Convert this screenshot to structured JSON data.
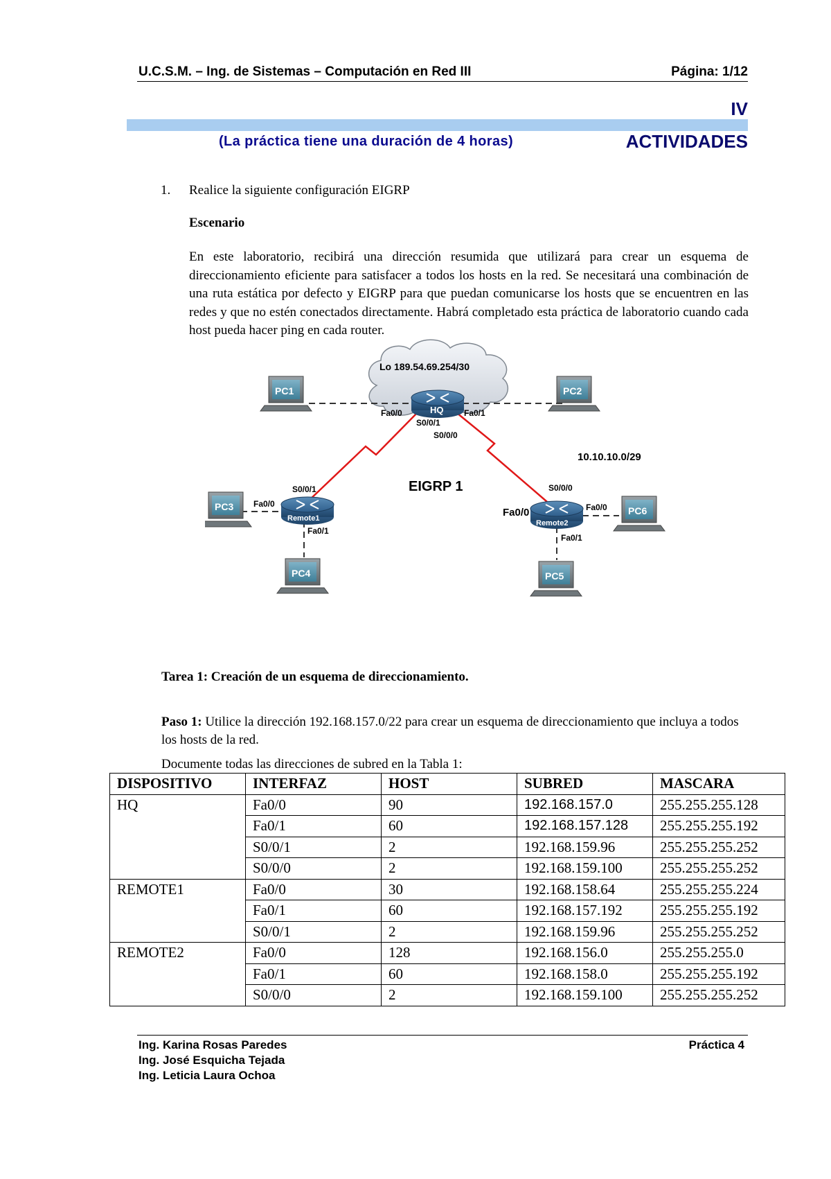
{
  "header": {
    "left": "U.C.S.M. – Ing. de Sistemas – Computación en Red III",
    "right": "Página: 1/12"
  },
  "section": {
    "number": "IV",
    "title": "ACTIVIDADES",
    "duration": "(La práctica tiene una duración de 4 horas)"
  },
  "item": {
    "number": "1.",
    "text": "Realice la siguiente configuración EIGRP"
  },
  "scenario": {
    "heading": "Escenario",
    "paragraph": "En este laboratorio, recibirá una dirección resumida que utilizará para crear un esquema de direccionamiento eficiente para satisfacer a todos los hosts en la red. Se necesitará una combinación de una ruta estática por defecto y EIGRP para que puedan comunicarse los hosts que se encuentren en las redes y que no estén conectados directamente. Habrá completado esta práctica de laboratorio cuando cada host pueda hacer ping en cada router."
  },
  "diagram": {
    "cloud_label": "Lo 189.54.69.254/30",
    "process_label": "EIGRP 1",
    "subnet_label": "10.10.10.0/29",
    "routers": {
      "hq": "HQ",
      "remote1": "Remote1",
      "remote2": "Remote2"
    },
    "pcs": {
      "pc1": "PC1",
      "pc2": "PC2",
      "pc3": "PC3",
      "pc4": "PC4",
      "pc5": "PC5",
      "pc6": "PC6"
    },
    "interfaces": {
      "hq_fa00": "Fa0/0",
      "hq_fa01": "Fa0/1",
      "hq_s001": "S0/0/1",
      "hq_s000": "S0/0/0",
      "r1_s001": "S0/0/1",
      "r1_fa00": "Fa0/0",
      "r1_fa01": "Fa0/1",
      "r2_s000": "S0/0/0",
      "r2_fa00_left": "Fa0/0",
      "r2_fa00_right": "Fa0/0",
      "r2_fa01": "Fa0/1"
    }
  },
  "task": {
    "title": "Tarea 1: Creación de un esquema de direccionamiento.",
    "step_label": "Paso 1:",
    "step_text": "Utilice la dirección 192.168.157.0/22 para crear un esquema de direccionamiento que incluya a todos los hosts de la red.",
    "document_text": "Documente todas las direcciones de subred en la Tabla 1:"
  },
  "table": {
    "headers": [
      "DISPOSITIVO",
      "INTERFAZ",
      "HOST",
      "SUBRED",
      "MASCARA"
    ],
    "groups": [
      {
        "device": "HQ",
        "rows": [
          [
            "Fa0/0",
            "90",
            "192.168.157.0",
            "255.255.255.128"
          ],
          [
            "Fa0/1",
            "60",
            "192.168.157.128",
            "255.255.255.192"
          ],
          [
            "S0/0/1",
            "2",
            "192.168.159.96",
            "255.255.255.252"
          ],
          [
            "S0/0/0",
            "2",
            "192.168.159.100",
            "255.255.255.252"
          ]
        ]
      },
      {
        "device": "REMOTE1",
        "rows": [
          [
            "Fa0/0",
            "30",
            "192.168.158.64",
            "255.255.255.224"
          ],
          [
            "Fa0/1",
            "60",
            "192.168.157.192",
            "255.255.255.192"
          ],
          [
            "S0/0/1",
            "2",
            "192.168.159.96",
            "255.255.255.252"
          ]
        ]
      },
      {
        "device": "REMOTE2",
        "rows": [
          [
            "Fa0/0",
            "128",
            "192.168.156.0",
            "255.255.255.0"
          ],
          [
            "Fa0/1",
            "60",
            "192.168.158.0",
            "255.255.255.192"
          ],
          [
            "S0/0/0",
            "2",
            "192.168.159.100",
            "255.255.255.252"
          ]
        ]
      }
    ]
  },
  "footer": {
    "authors": [
      "Ing. Karina Rosas Paredes",
      "Ing. José Esquicha Tejada",
      "Ing. Leticia Laura Ochoa"
    ],
    "practice": "Práctica 4"
  }
}
